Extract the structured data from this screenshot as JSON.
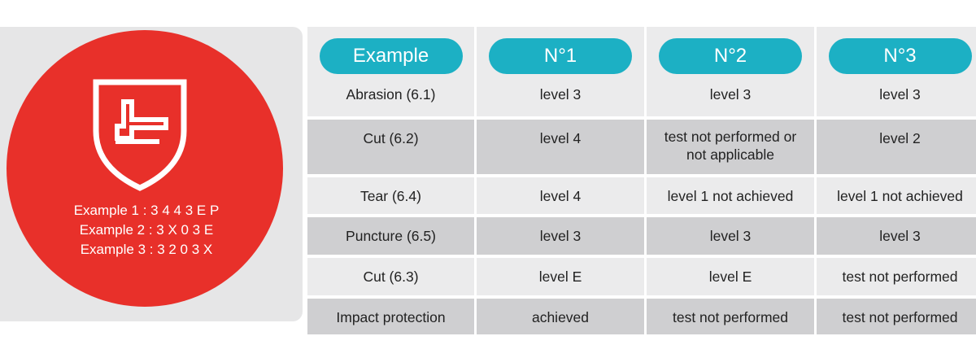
{
  "badge": {
    "icon": "shield-impact-hammer-icon",
    "colors": {
      "badge_bg": "#e8302a",
      "panel_bg": "#e6e6e7"
    },
    "codes": [
      "Example 1 : 3 4 4 3 E P",
      "Example 2 : 3 X 0 3 E",
      "Example 3 : 3 2 0 3 X"
    ]
  },
  "table": {
    "colors": {
      "header_pill": "#1cb0c4",
      "row_light": "#ebebec",
      "row_dark": "#cfcfd1"
    },
    "headers": [
      "Example",
      "N°1",
      "N°2",
      "N°3"
    ],
    "rows": [
      {
        "test": "Abrasion (6.1)",
        "values": [
          "level 3",
          "level 3",
          "level 3"
        ]
      },
      {
        "test": "Cut (6.2)",
        "values": [
          "level 4",
          "test not performed or not applicable",
          "level 2"
        ]
      },
      {
        "test": "Tear (6.4)",
        "values": [
          "level 4",
          "level 1 not achieved",
          "level 1 not achieved"
        ]
      },
      {
        "test": "Puncture (6.5)",
        "values": [
          "level 3",
          "level 3",
          "level 3"
        ]
      },
      {
        "test": "Cut (6.3)",
        "values": [
          "level E",
          "level E",
          "test not performed"
        ]
      },
      {
        "test": "Impact protection",
        "values": [
          "achieved",
          "test not performed",
          "test not performed"
        ]
      }
    ]
  }
}
